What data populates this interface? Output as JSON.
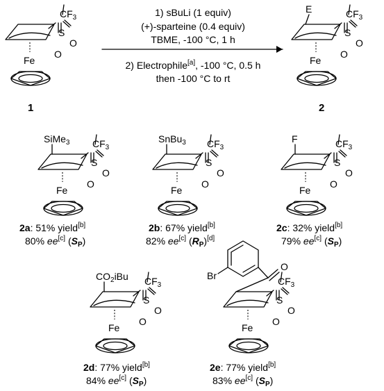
{
  "reaction": {
    "start_label": "1",
    "product_label": "2",
    "step1_line1": "1) sBuLi (1 equiv)",
    "step1_line2": "(+)-sparteine (0.4 equiv)",
    "step1_line3": "TBME, -100 °C, 1 h",
    "step2_prefix": "2) Electrophile",
    "step2_sup": "[a]",
    "step2_suffix": ", -100 °C, 0.5 h",
    "step2_line2": "then -100 °C to rt"
  },
  "atoms": {
    "cf3": "CF",
    "cf3_sub": "3",
    "sulfur": "S",
    "oxygen": "O",
    "iron": "Fe",
    "electrophile_generic": "E"
  },
  "compounds": [
    {
      "id": "2a",
      "substituent": "SiMe",
      "substituent_sub": "3",
      "yield_text": ": 51% yield",
      "yield_note": "[b]",
      "ee_value": "80% ",
      "ee_label": "ee",
      "ee_note": "[c]",
      "config_letter": "S",
      "config_sub": "P",
      "extra_note": ""
    },
    {
      "id": "2b",
      "substituent": "SnBu",
      "substituent_sub": "3",
      "yield_text": ": 67% yield",
      "yield_note": "[b]",
      "ee_value": "82% ",
      "ee_label": "ee",
      "ee_note": "[c]",
      "config_letter": "R",
      "config_sub": "P",
      "extra_note": "[d]"
    },
    {
      "id": "2c",
      "substituent": "F",
      "substituent_sub": "",
      "yield_text": ": 32% yield",
      "yield_note": "[b]",
      "ee_value": "79% ",
      "ee_label": "ee",
      "ee_note": "[c]",
      "config_letter": "S",
      "config_sub": "P",
      "extra_note": ""
    },
    {
      "id": "2d",
      "substituent": "CO",
      "substituent_sub": "2",
      "substituent_tail": "iBu",
      "yield_text": ": 77% yield",
      "yield_note": "[b]",
      "ee_value": "84% ",
      "ee_label": "ee",
      "ee_note": "[c]",
      "config_letter": "S",
      "config_sub": "P",
      "extra_note": ""
    },
    {
      "id": "2e",
      "substituent": "Br",
      "substituent_sub": "",
      "yield_text": ": 77% yield",
      "yield_note": "[b]",
      "ee_value": "83% ",
      "ee_label": "ee",
      "ee_note": "[c]",
      "config_letter": "S",
      "config_sub": "P",
      "extra_note": ""
    }
  ]
}
